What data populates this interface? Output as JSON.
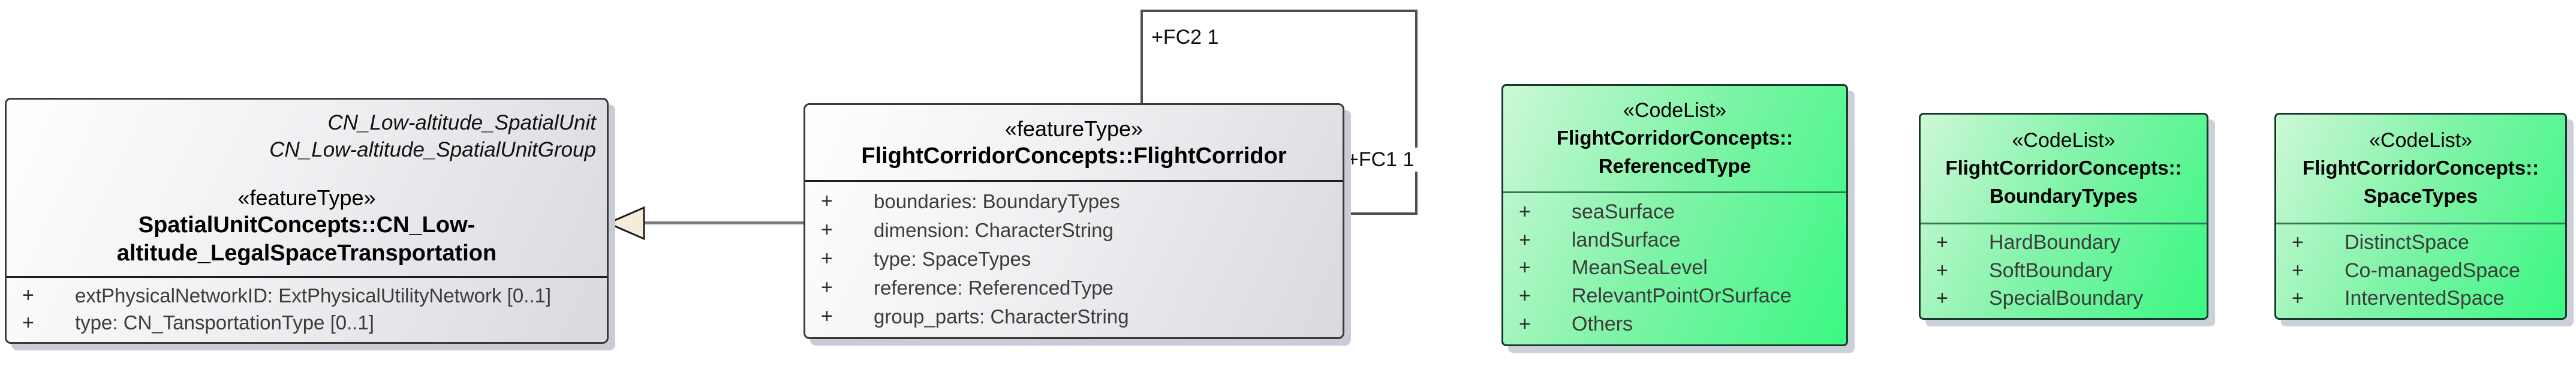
{
  "colors": {
    "class_fill_start": "#ffffff",
    "class_fill_end": "#d9d9de",
    "codelist_fill_start": "#cdf8d6",
    "codelist_fill_end": "#3bf883",
    "connector_line": "#4f4f4f",
    "generalization_line": "#7b7b7b",
    "generalization_arrow_fill": "#f5ecdb"
  },
  "boxes": {
    "legal_space": {
      "annotation_1": "CN_Low-altitude_SpatialUnit",
      "annotation_2": "CN_Low-altitude_SpatialUnitGroup",
      "stereotype": "«featureType»",
      "name_line_1": "SpatialUnitConcepts::CN_Low-",
      "name_line_2": "altitude_LegalSpaceTransportation",
      "attributes": [
        {
          "vis": "+",
          "text": "extPhysicalNetworkID: ExtPhysicalUtilityNetwork [0..1]"
        },
        {
          "vis": "+",
          "text": "type: CN_TansportationType [0..1]"
        }
      ]
    },
    "flight_corridor": {
      "stereotype": "«featureType»",
      "name": "FlightCorridorConcepts::FlightCorridor",
      "attributes": [
        {
          "vis": "+",
          "text": "boundaries: BoundaryTypes"
        },
        {
          "vis": "+",
          "text": "dimension: CharacterString"
        },
        {
          "vis": "+",
          "text": "type: SpaceTypes"
        },
        {
          "vis": "+",
          "text": "reference: ReferencedType"
        },
        {
          "vis": "+",
          "text": "group_parts: CharacterString"
        }
      ]
    },
    "referenced_type": {
      "stereotype": "«CodeList»",
      "name_line_1": "FlightCorridorConcepts::",
      "name_line_2": "ReferencedType",
      "items": [
        {
          "vis": "+",
          "text": "seaSurface"
        },
        {
          "vis": "+",
          "text": "landSurface"
        },
        {
          "vis": "+",
          "text": "MeanSeaLevel"
        },
        {
          "vis": "+",
          "text": "RelevantPointOrSurface"
        },
        {
          "vis": "+",
          "text": "Others"
        }
      ]
    },
    "boundary_types": {
      "stereotype": "«CodeList»",
      "name_line_1": "FlightCorridorConcepts::",
      "name_line_2": "BoundaryTypes",
      "items": [
        {
          "vis": "+",
          "text": "HardBoundary"
        },
        {
          "vis": "+",
          "text": "SoftBoundary"
        },
        {
          "vis": "+",
          "text": "SpecialBoundary"
        }
      ]
    },
    "space_types": {
      "stereotype": "«CodeList»",
      "name_line_1": "FlightCorridorConcepts::",
      "name_line_2": "SpaceTypes",
      "items": [
        {
          "vis": "+",
          "text": "DistinctSpace"
        },
        {
          "vis": "+",
          "text": "Co-managedSpace"
        },
        {
          "vis": "+",
          "text": "InterventedSpace"
        }
      ]
    }
  },
  "connectors": {
    "fc2_label": "+FC2 1",
    "fc1_label": "+FC1 1"
  }
}
